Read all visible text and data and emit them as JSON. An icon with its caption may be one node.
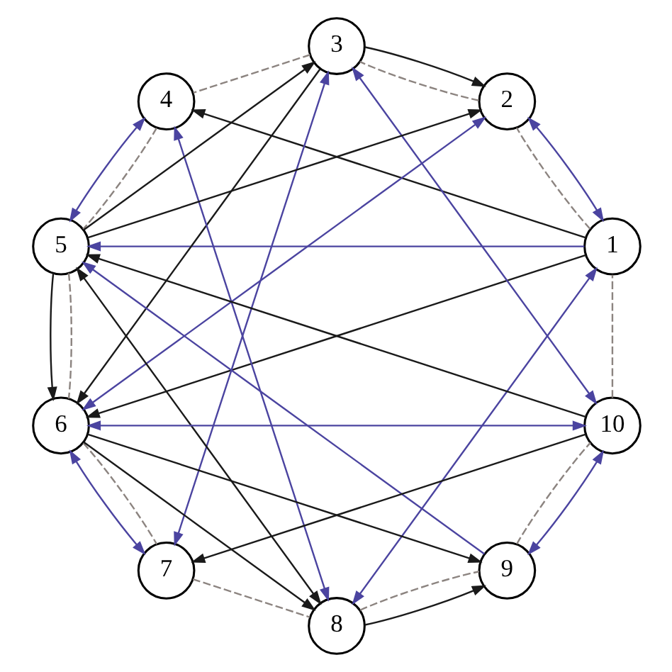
{
  "diagram": {
    "nodes": [
      {
        "text": [
          "1"
        ]
      },
      {
        "text": [
          "2"
        ]
      },
      {
        "text": [
          "3"
        ]
      },
      {
        "text": [
          "4"
        ]
      },
      {
        "text": [
          "5"
        ]
      },
      {
        "text": [
          "6"
        ]
      },
      {
        "text": [
          "7"
        ]
      },
      {
        "text": [
          "8"
        ]
      },
      {
        "text": [
          "9"
        ]
      },
      {
        "text": [
          "10"
        ]
      }
    ],
    "edges": [
      {
        "from": 0,
        "to": 1,
        "arrow": "none",
        "style": "dashed",
        "color": "#8c8480"
      },
      {
        "from": 1,
        "to": 2,
        "arrow": "none",
        "style": "dashed",
        "color": "#8c8480"
      },
      {
        "from": 2,
        "to": 3,
        "arrow": "none",
        "style": "dashed",
        "color": "#8c8480"
      },
      {
        "from": 3,
        "to": 4,
        "arrow": "none",
        "style": "dashed",
        "color": "#8c8480"
      },
      {
        "from": 4,
        "to": 5,
        "arrow": "none",
        "style": "dashed",
        "color": "#8c8480"
      },
      {
        "from": 5,
        "to": 6,
        "arrow": "none",
        "style": "dashed",
        "color": "#8c8480"
      },
      {
        "from": 6,
        "to": 7,
        "arrow": "none",
        "style": "dashed",
        "color": "#8c8480"
      },
      {
        "from": 7,
        "to": 8,
        "arrow": "none",
        "style": "dashed",
        "color": "#8c8480"
      },
      {
        "from": 8,
        "to": 9,
        "arrow": "none",
        "style": "dashed",
        "color": "#8c8480"
      },
      {
        "from": 9,
        "to": 0,
        "arrow": "none",
        "style": "dashed",
        "color": "#8c8480"
      },
      {
        "from": 0,
        "to": 1,
        "arrow": "both",
        "color": "#4b44a0"
      },
      {
        "from": 9,
        "to": 8,
        "arrow": "both",
        "color": "#4b44a0"
      },
      {
        "from": 6,
        "to": 5,
        "arrow": "both",
        "color": "#4b44a0"
      },
      {
        "from": 3,
        "to": 4,
        "arrow": "both",
        "color": "#4b44a0"
      },
      {
        "from": 0,
        "to": 7,
        "arrow": "both",
        "color": "#4b44a0"
      },
      {
        "from": 8,
        "to": 4,
        "arrow": "to",
        "color": "#4b44a0"
      },
      {
        "from": 0,
        "to": 4,
        "arrow": "to",
        "color": "#4b44a0"
      },
      {
        "from": 2,
        "to": 9,
        "arrow": "both",
        "color": "#4b44a0"
      },
      {
        "from": 9,
        "to": 5,
        "arrow": "both",
        "color": "#4b44a0"
      },
      {
        "from": 2,
        "to": 6,
        "arrow": "both",
        "color": "#4b44a0"
      },
      {
        "from": 1,
        "to": 5,
        "arrow": "both",
        "color": "#4b44a0"
      },
      {
        "from": 3,
        "to": 7,
        "arrow": "both",
        "color": "#4b44a0"
      },
      {
        "from": 7,
        "to": 8,
        "arrow": "to"
      },
      {
        "from": 2,
        "to": 1,
        "arrow": "to"
      },
      {
        "from": 0,
        "to": 3,
        "arrow": "to"
      },
      {
        "from": 0,
        "to": 5,
        "arrow": "to"
      },
      {
        "from": 9,
        "to": 4,
        "arrow": "to"
      },
      {
        "from": 9,
        "to": 6,
        "arrow": "to"
      },
      {
        "from": 4,
        "to": 2,
        "arrow": "to"
      },
      {
        "from": 2,
        "to": 5,
        "arrow": "to"
      },
      {
        "from": 4,
        "to": 5,
        "arrow": "to"
      },
      {
        "from": 4,
        "to": 1,
        "arrow": "to"
      },
      {
        "from": 4,
        "to": 7,
        "arrow": "both"
      },
      {
        "from": 5,
        "to": 7,
        "arrow": "to"
      },
      {
        "from": 5,
        "to": 8,
        "arrow": "to"
      }
    ]
  }
}
